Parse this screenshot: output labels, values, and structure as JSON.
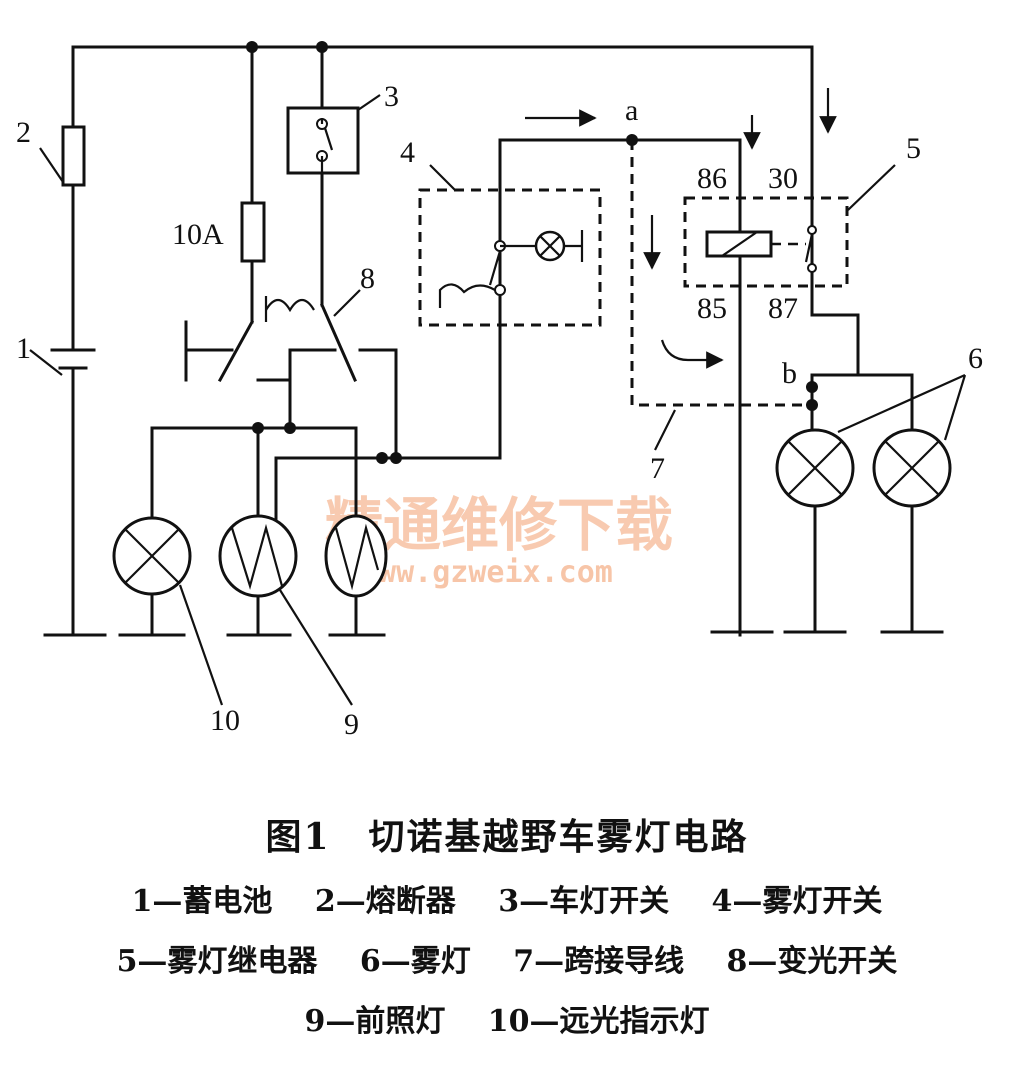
{
  "labels": {
    "battery": "1",
    "fuse": "2",
    "light_switch": "3",
    "fog_switch": "4",
    "relay": "5",
    "fog_lamps": "6",
    "jumper": "7",
    "dimmer": "8",
    "headlamp": "9",
    "indicator": "10",
    "fuse_rating": "10A",
    "node_a": "a",
    "node_b": "b",
    "pin86": "86",
    "pin30": "30",
    "pin85": "85",
    "pin87": "87"
  },
  "watermark": {
    "cn": "精通维修下载",
    "url": "www.gzweix.com"
  },
  "caption": {
    "title": "图1　切诺基越野车雾灯电路",
    "legend_rows": [
      [
        "1—蓄电池",
        "2—熔断器",
        "3—车灯开关",
        "4—雾灯开关"
      ],
      [
        "5—雾灯继电器",
        "6—雾灯",
        "7—跨接导线",
        "8—变光开关"
      ],
      [
        "9—前照灯",
        "10—远光指示灯"
      ]
    ]
  }
}
